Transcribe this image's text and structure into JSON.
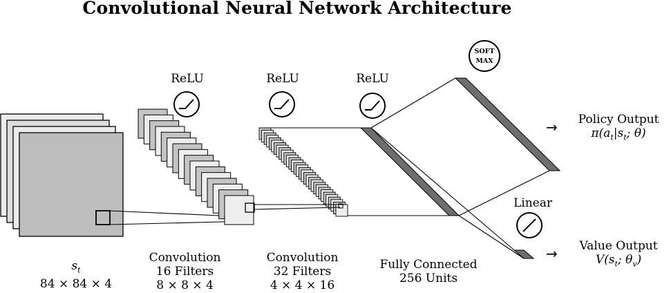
{
  "title": "Convolutional Neural Network Architecture",
  "activations": {
    "relu_1": "ReLU",
    "relu_2": "ReLU",
    "relu_3": "ReLU",
    "softmax_line1": "SOFT",
    "softmax_line2": "MAX",
    "linear": "Linear"
  },
  "input_layer": {
    "symbol": "s",
    "symbol_sub": "t",
    "shape": "84 × 84 × 4"
  },
  "conv1": {
    "name": "Convolution",
    "filters": "16 Filters",
    "kernel": "8 × 8 × 4"
  },
  "conv2": {
    "name": "Convolution",
    "filters": "32 Filters",
    "kernel": "4 × 4 × 16"
  },
  "fc": {
    "name": "Fully Connected",
    "units": "256 Units"
  },
  "policy_output": {
    "arrow": "→",
    "label": "Policy Output",
    "formula": "π(a_t|s_t; θ)"
  },
  "value_output": {
    "arrow": "→",
    "label": "Value Output",
    "formula": "V(s_t; θ_v)"
  },
  "colors": {
    "input_front": "#bdbdbd",
    "input_back": "#ebebeb",
    "filter_fill": "#c4c4c4",
    "dense_bar": "#6e6e6e"
  }
}
